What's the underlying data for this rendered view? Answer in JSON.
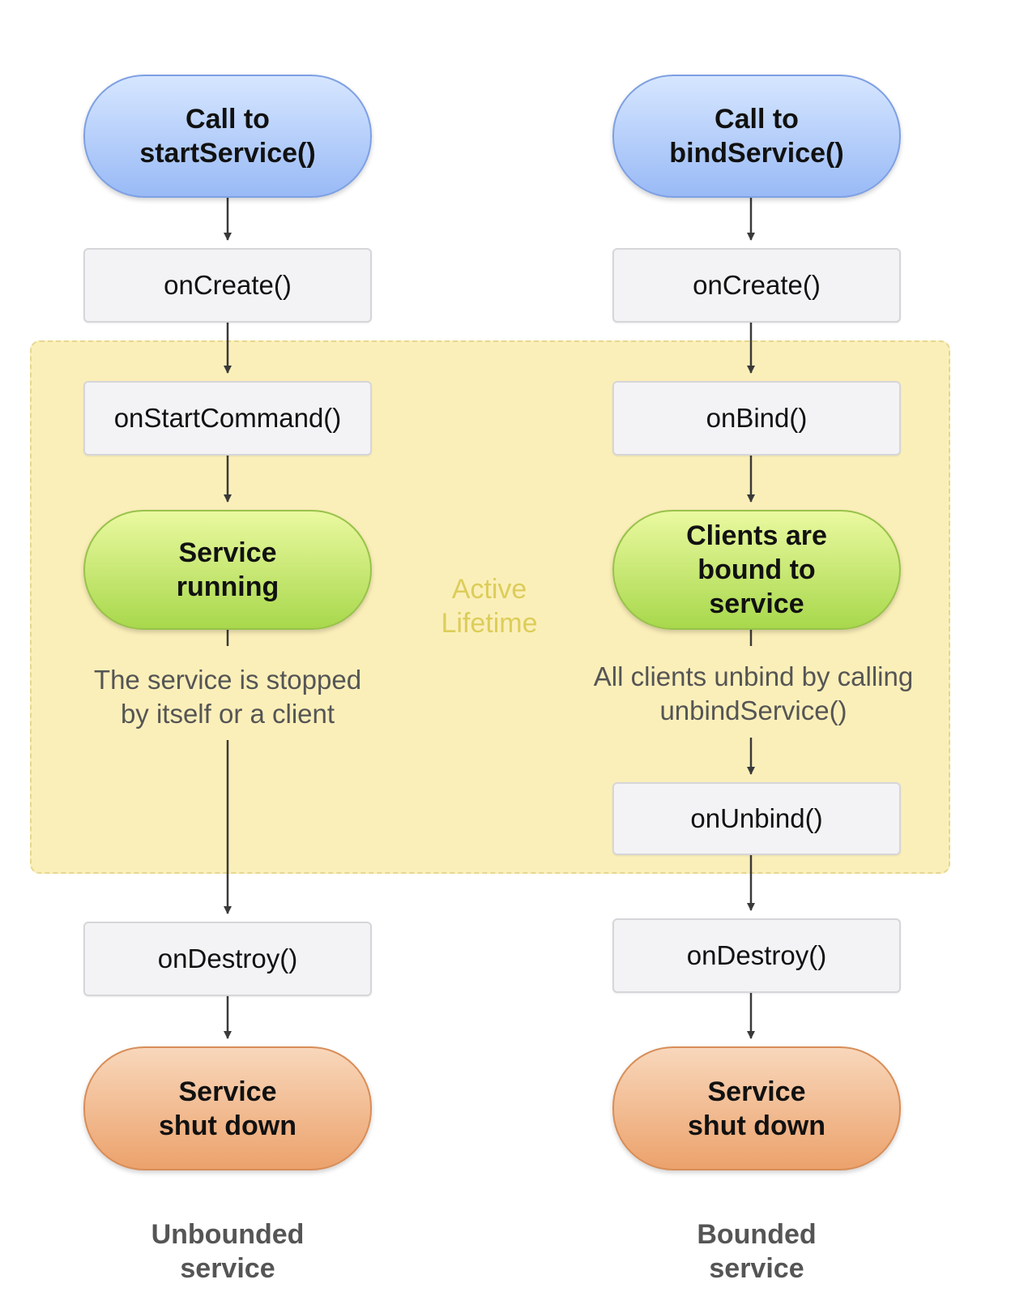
{
  "diagram": {
    "active_lifetime_label": "Active\nLifetime",
    "unbounded": {
      "start_label": "Call to\nstartService()",
      "on_create_label": "onCreate()",
      "on_start_command_label": "onStartCommand()",
      "running_label": "Service\nrunning",
      "stop_note": "The service is stopped\nby itself or a client",
      "on_destroy_label": "onDestroy()",
      "shutdown_label": "Service\nshut down",
      "caption": "Unbounded\nservice"
    },
    "bounded": {
      "start_label": "Call to\nbindService()",
      "on_create_label": "onCreate()",
      "on_bind_label": "onBind()",
      "running_label": "Clients are\nbound to\nservice",
      "unbind_note": "All clients unbind by calling\nunbindService()",
      "on_unbind_label": "onUnbind()",
      "on_destroy_label": "onDestroy()",
      "shutdown_label": "Service\nshut down",
      "caption": "Bounded\nservice"
    },
    "colors": {
      "start_node": "#99baf6",
      "running_node": "#a8d84c",
      "shutdown_node": "#eca26c",
      "active_zone": "#fbefb9",
      "active_label": "#dccd5a"
    }
  }
}
